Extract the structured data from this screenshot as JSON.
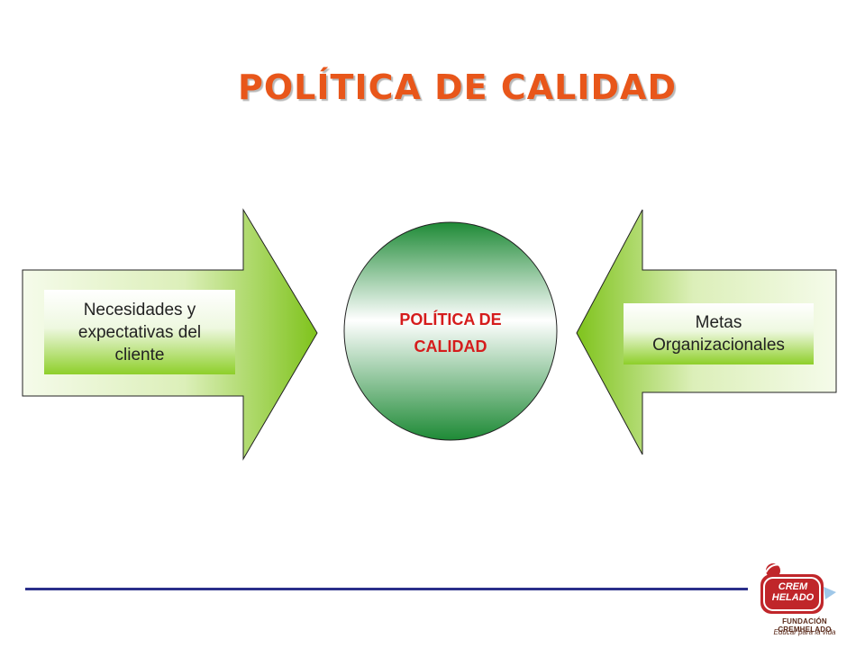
{
  "title": "POLÍTICA DE CALIDAD",
  "left_arrow": {
    "label": "Necesidades y\nexpectativas del\ncliente"
  },
  "center_circle": {
    "label": "POLÍTICA DE\nCALIDAD"
  },
  "right_arrow": {
    "label": "Metas\nOrganizacionales"
  },
  "logo": {
    "text": "CREM HELADO",
    "name": "FUNDACIÓN CREMHELADO",
    "tagline": "Educar para la vida"
  },
  "colors": {
    "title": "#e8561a",
    "circle_green": "#1e8a36",
    "arrow_green": "#7fc31c",
    "center_text": "#d51c1c",
    "divider": "#2a2f8a"
  }
}
